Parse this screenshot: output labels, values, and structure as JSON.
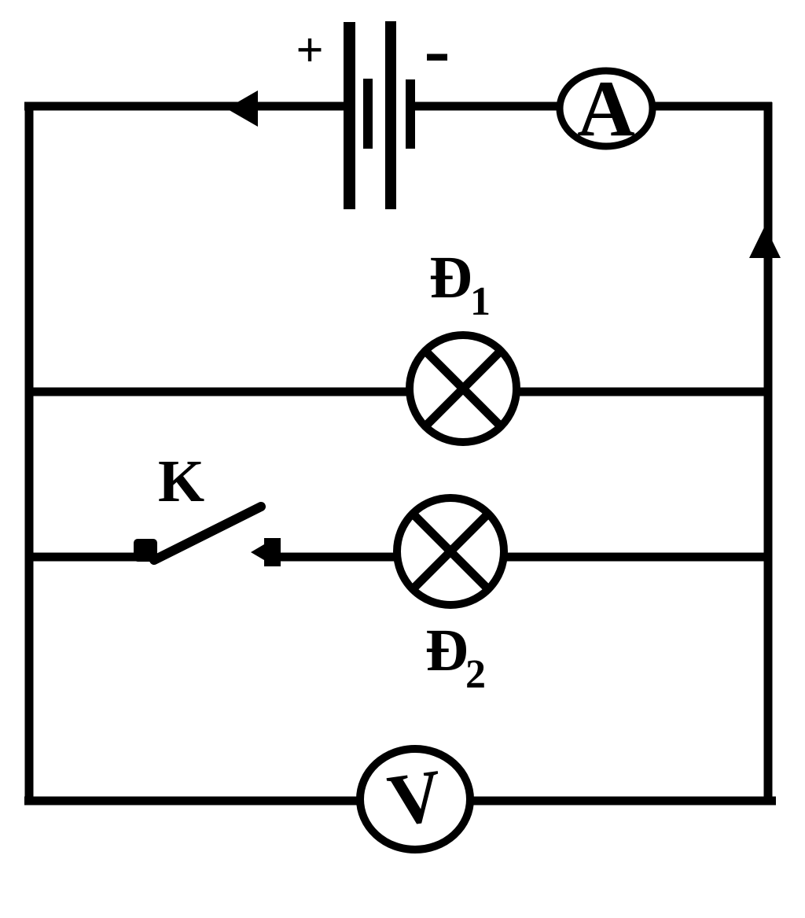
{
  "page": {
    "background_color": "#ffffff",
    "ink_color": "#000000",
    "description": "Electric circuit diagram with a two-cell battery, ammeter, two lamps in parallel branches, a switch and a voltmeter"
  },
  "circuit": {
    "battery": {
      "plus": "+",
      "minus": "-"
    },
    "ammeter": {
      "letter": "A"
    },
    "voltmeter": {
      "letter": "V"
    },
    "lamps": [
      {
        "name": "Đ",
        "sub": "1"
      },
      {
        "name": "Đ",
        "sub": "2"
      }
    ],
    "switch": {
      "label": "K"
    }
  }
}
